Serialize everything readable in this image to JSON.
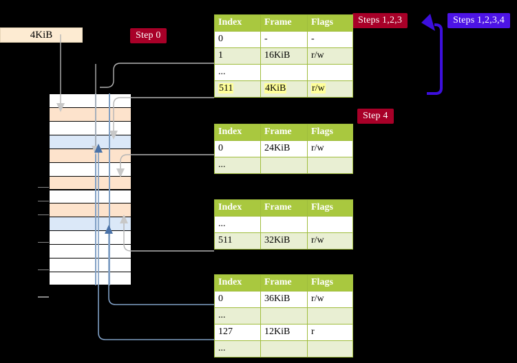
{
  "labels": {
    "size_box": "4KiB",
    "step0": "Step 0",
    "step4": "Step 4",
    "steps123": "Steps 1,2,3",
    "steps1234": "Steps 1,2,3,4"
  },
  "colors": {
    "badge_red": "#a80028",
    "badge_blue": "#4d14e6",
    "table_header_green": "#a9c83f",
    "table_alt_row": "#e9efd3",
    "highlight_yellow": "#ffff99",
    "size_box_fill": "#fdebd2",
    "mem_peach": "#fde3cc",
    "mem_blue": "#dbe8f8",
    "wire_grey": "#b5b5b5",
    "wire_blue": "#7f9fc4",
    "arc_violet": "#3d0fdd"
  },
  "tables": [
    {
      "name": "pml4-table",
      "headers": [
        "Index",
        "Frame",
        "Flags"
      ],
      "rows": [
        {
          "cells": [
            "0",
            "-",
            "-"
          ],
          "alt": false,
          "highlight": false
        },
        {
          "cells": [
            "1",
            "16KiB",
            "r/w"
          ],
          "alt": true,
          "highlight": false
        },
        {
          "cells": [
            "...",
            "",
            ""
          ],
          "alt": false,
          "highlight": false
        },
        {
          "cells": [
            "511",
            "4KiB",
            "r/w"
          ],
          "alt": true,
          "highlight": true
        }
      ]
    },
    {
      "name": "pdpt-table",
      "headers": [
        "Index",
        "Frame",
        "Flags"
      ],
      "rows": [
        {
          "cells": [
            "0",
            "24KiB",
            "r/w"
          ],
          "alt": false,
          "highlight": false
        },
        {
          "cells": [
            "...",
            "",
            ""
          ],
          "alt": true,
          "highlight": false
        }
      ]
    },
    {
      "name": "pd-table",
      "headers": [
        "Index",
        "Frame",
        "Flags"
      ],
      "rows": [
        {
          "cells": [
            "...",
            "",
            ""
          ],
          "alt": false,
          "highlight": false
        },
        {
          "cells": [
            "511",
            "32KiB",
            "r/w"
          ],
          "alt": true,
          "highlight": false
        }
      ]
    },
    {
      "name": "pt-table",
      "headers": [
        "Index",
        "Frame",
        "Flags"
      ],
      "rows": [
        {
          "cells": [
            "0",
            "36KiB",
            "r/w"
          ],
          "alt": false,
          "highlight": false
        },
        {
          "cells": [
            "...",
            "",
            ""
          ],
          "alt": true,
          "highlight": false
        },
        {
          "cells": [
            "127",
            "12KiB",
            "r"
          ],
          "alt": false,
          "highlight": false
        },
        {
          "cells": [
            "...",
            "",
            ""
          ],
          "alt": true,
          "highlight": false
        }
      ]
    }
  ],
  "memory_grid": {
    "rows": [
      {
        "fill": "white",
        "tick": true
      },
      {
        "fill": "peach",
        "tick": true
      },
      {
        "fill": "white",
        "tick": true
      },
      {
        "fill": "bluerow",
        "tick": false
      },
      {
        "fill": "peach",
        "tick": true
      },
      {
        "fill": "white",
        "tick": false
      },
      {
        "fill": "peach",
        "tick": true
      },
      {
        "fill": "white",
        "tick": false
      },
      {
        "fill": "peach",
        "tick": true
      },
      {
        "fill": "bluerow",
        "tick": false
      },
      {
        "fill": "white",
        "tick": false
      },
      {
        "fill": "white",
        "tick": false
      },
      {
        "fill": "white",
        "tick": false
      },
      {
        "fill": "white",
        "tick": false
      }
    ]
  }
}
